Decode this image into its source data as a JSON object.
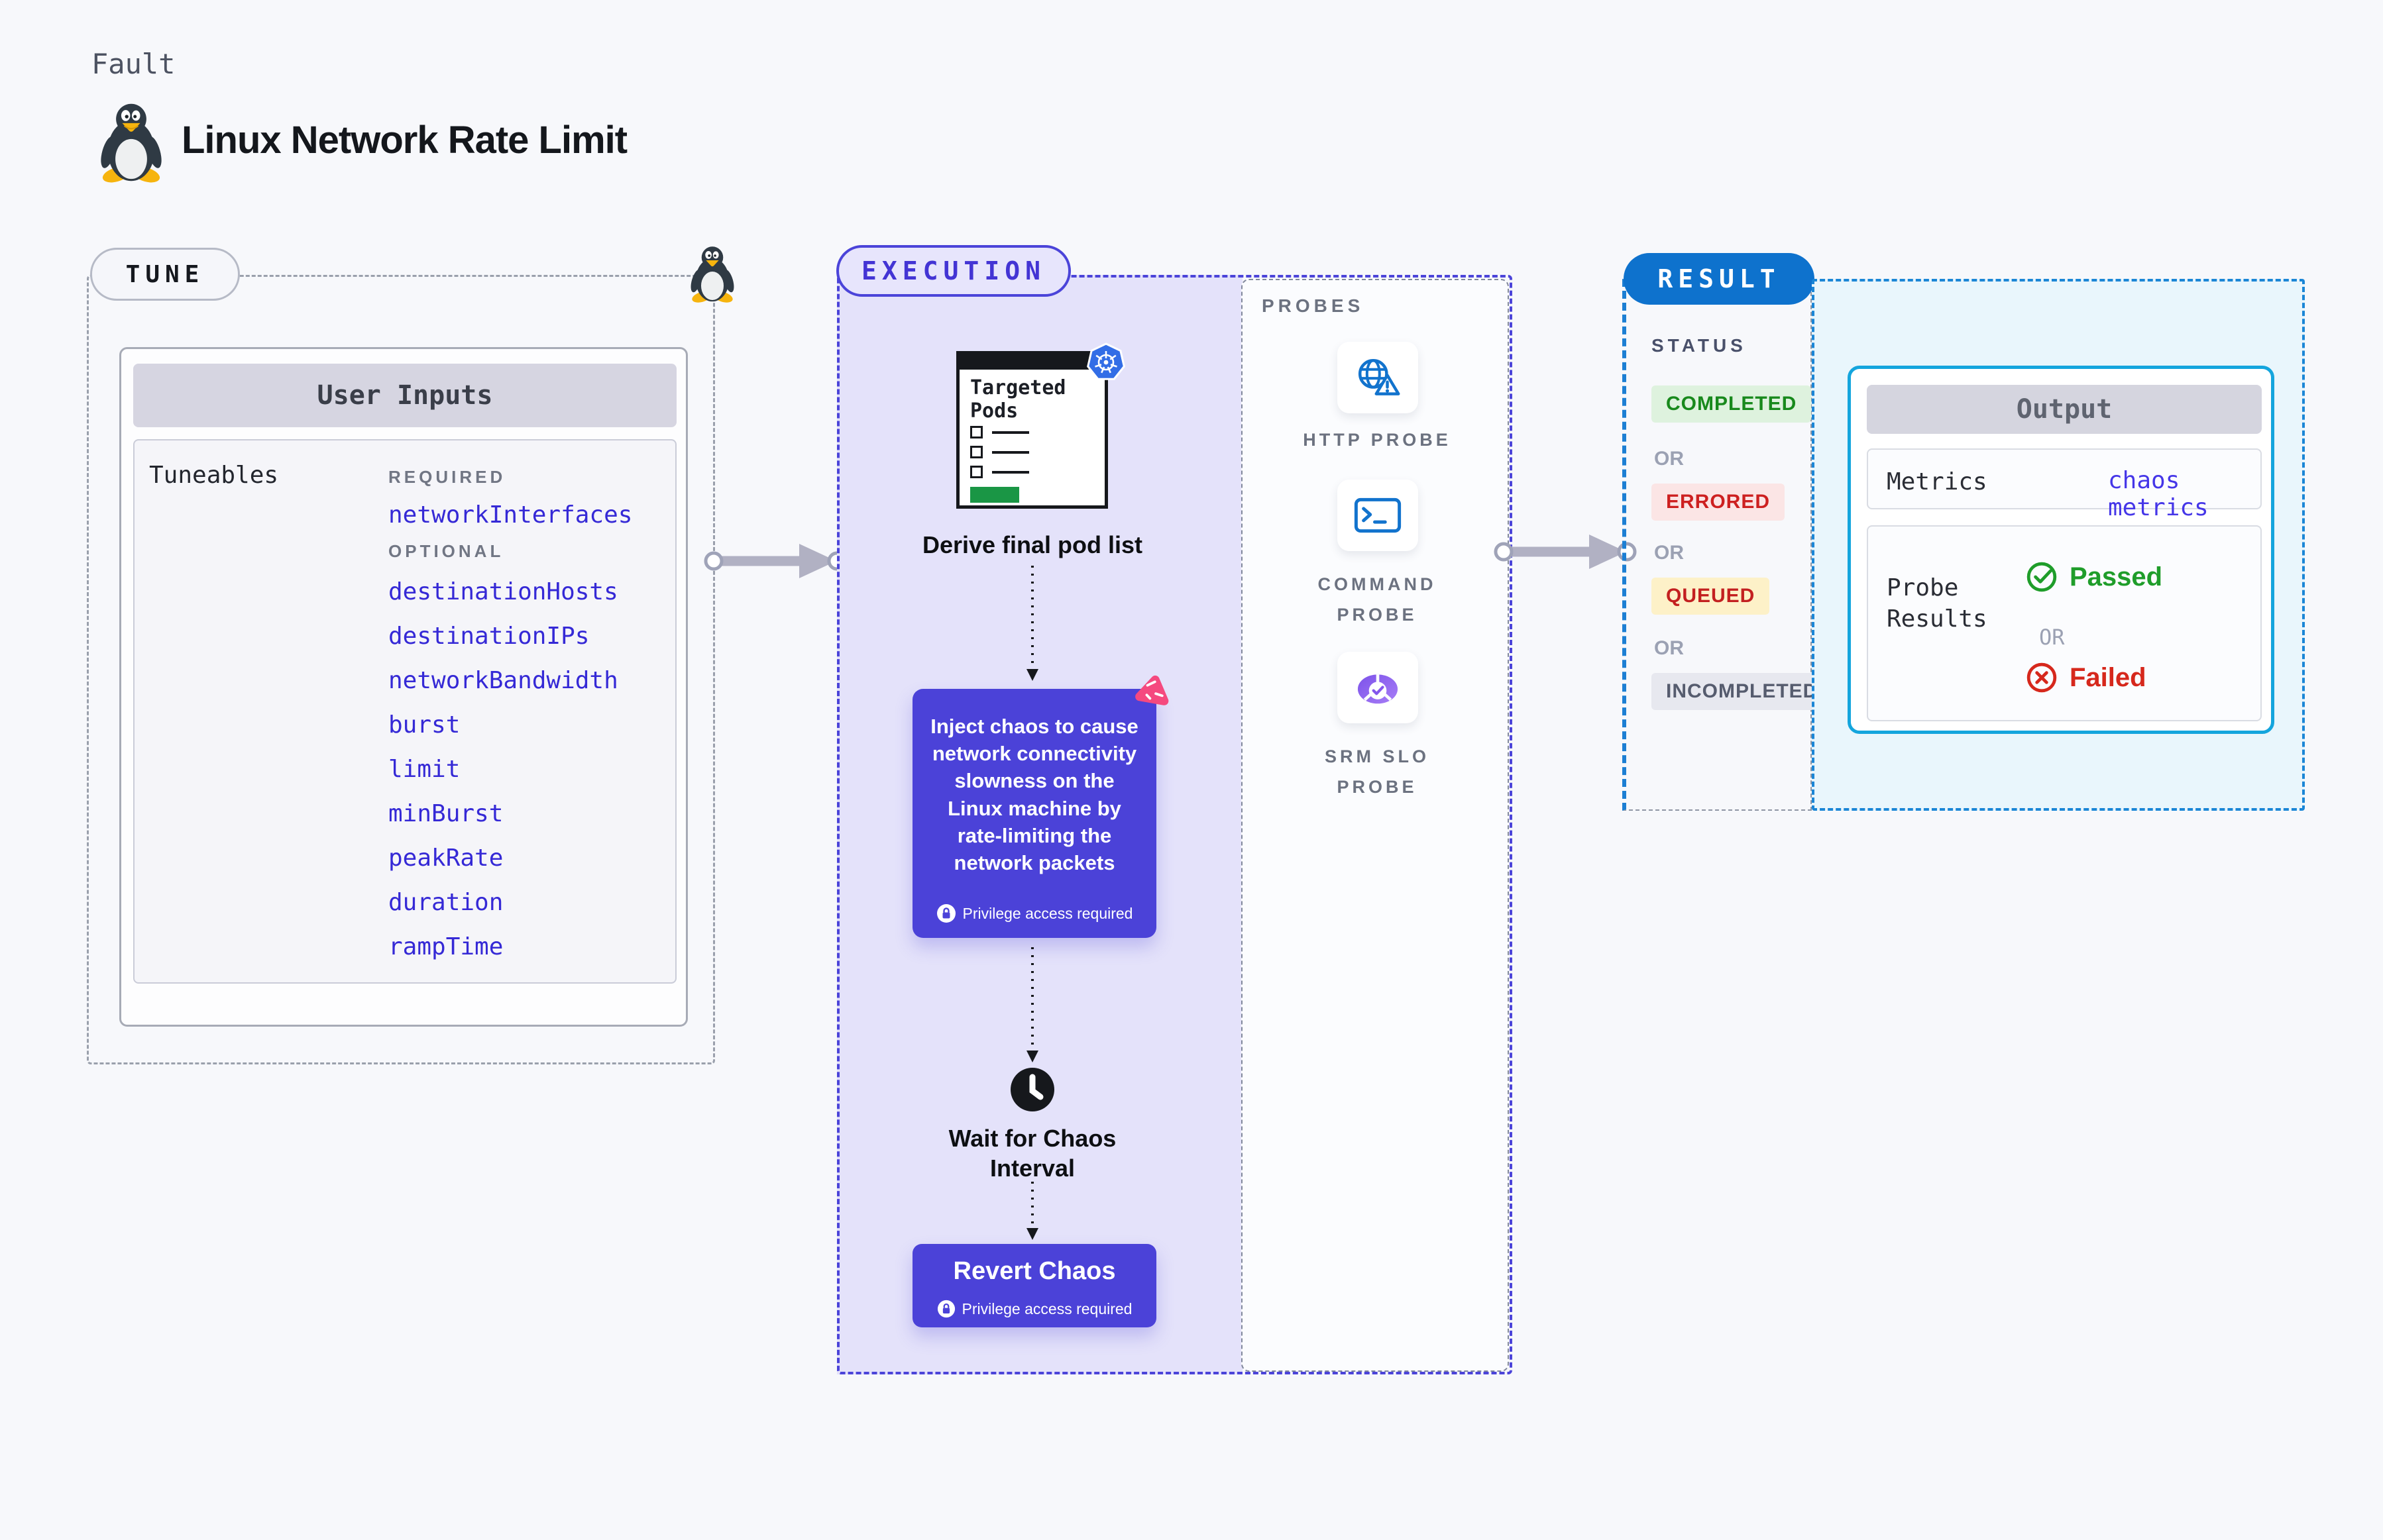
{
  "page": {
    "kind_label": "Fault",
    "title": "Linux Network Rate Limit"
  },
  "tune": {
    "label": "TUNE",
    "user_inputs": {
      "header": "User Inputs",
      "tuneables_label": "Tuneables",
      "required_label": "REQUIRED",
      "required_items": [
        "networkInterfaces"
      ],
      "optional_label": "OPTIONAL",
      "optional_items": [
        "destinationHosts",
        "destinationIPs",
        "networkBandwidth",
        "burst",
        "limit",
        "minBurst",
        "peakRate",
        "duration",
        "rampTime"
      ]
    }
  },
  "execution": {
    "label": "EXECUTION",
    "targeted_pods": {
      "title": "Targeted Pods"
    },
    "steps": {
      "derive": "Derive final pod list",
      "inject": "Inject chaos to cause network connectivity slowness on the Linux machine by rate-limiting the network packets",
      "privilege_note": "Privilege access required",
      "wait": "Wait for Chaos Interval",
      "revert": "Revert Chaos"
    }
  },
  "probes": {
    "label": "PROBES",
    "items": [
      {
        "name": "HTTP PROBE",
        "icon": "http-probe-icon"
      },
      {
        "name": "COMMAND PROBE",
        "icon": "command-probe-icon"
      },
      {
        "name": "SRM SLO PROBE",
        "icon": "srm-slo-probe-icon"
      }
    ]
  },
  "result": {
    "label": "RESULT",
    "status": {
      "label": "STATUS",
      "separator": "OR",
      "badges": [
        "COMPLETED",
        "ERRORED",
        "QUEUED",
        "INCOMPLETED"
      ]
    },
    "output": {
      "header": "Output",
      "metrics_label": "Metrics",
      "metrics_value": "chaos metrics",
      "probe_results_label": "Probe Results",
      "passed": "Passed",
      "separator": "OR",
      "failed": "Failed"
    }
  },
  "colors": {
    "page_bg": "#f7f8fb",
    "indigo_accent": "#4b42d8",
    "execution_fill": "#e4e2fa",
    "result_blue": "#0e72cd",
    "output_border": "#14a5dd",
    "output_fill": "#e9f6fc",
    "probe_icon_blue": "#1273cd",
    "srm_purple": "#8456ec",
    "chaos_pink": "#f5497f",
    "tuneable_link_blue": "#3529d6",
    "completed_green": "#18891c",
    "errored_red": "#cd2020",
    "queued_yellow_bg": "#fdf1c8",
    "passed_green": "#1f9d2a",
    "failed_red": "#d6281c",
    "targeted_pods_green": "#1a9645",
    "kubernetes_blue": "#326de6"
  }
}
